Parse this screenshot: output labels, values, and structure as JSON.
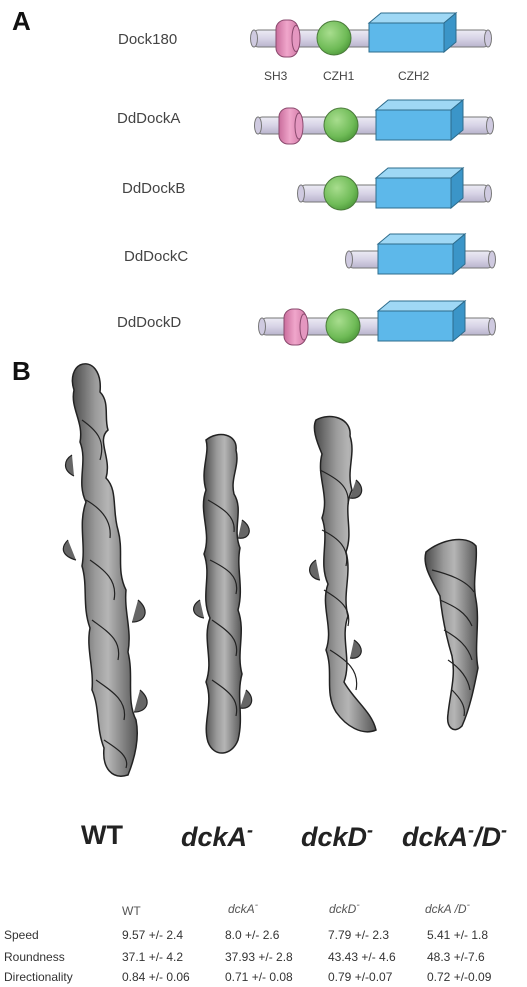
{
  "panel_a": {
    "letter": "A",
    "proteins": [
      {
        "name": "Dock180",
        "domains": [
          "SH3",
          "CZH1",
          "CZH2"
        ]
      },
      {
        "name": "DdDockA",
        "domains": [
          "SH3",
          "CZH1",
          "CZH2"
        ]
      },
      {
        "name": "DdDockB",
        "domains": [
          "CZH1",
          "CZH2"
        ]
      },
      {
        "name": "DdDockC",
        "domains": [
          "CZH2"
        ]
      },
      {
        "name": "DdDockD",
        "domains": [
          "SH3",
          "CZH1",
          "CZH2"
        ]
      }
    ],
    "domain_labels": [
      "SH3",
      "CZH1",
      "CZH2"
    ],
    "colors": {
      "sh3": "#e08ab8",
      "czh1": "#7cc466",
      "czh2": "#5db8ea",
      "rod": "#d9d4ea"
    }
  },
  "panel_b": {
    "letter": "B",
    "strains": [
      {
        "name": "WT",
        "sup": ""
      },
      {
        "name": "dckA",
        "sup": "-"
      },
      {
        "name": "dckD",
        "sup": "-"
      },
      {
        "name": "dckA",
        "sup": "-",
        "suffix": "/D",
        "sup2": "-"
      }
    ],
    "table": {
      "headers": [
        "WT",
        "dckA",
        "dckD",
        "dckA /D"
      ],
      "header_sups": [
        "",
        "-",
        "-",
        "-"
      ],
      "rows": [
        {
          "label": "Speed",
          "values": [
            "9.57 +/- 2.4",
            "8.0 +/- 2.6",
            "7.79 +/- 2.3",
            "5.41 +/- 1.8"
          ]
        },
        {
          "label": "Roundness",
          "values": [
            "37.1 +/- 4.2",
            "37.93 +/- 2.8",
            "43.43 +/- 4.6",
            "48.3 +/-7.6"
          ]
        },
        {
          "label": "Directionality",
          "values": [
            "0.84 +/- 0.06",
            "0.71 +/- 0.08",
            "0.79 +/-0.07",
            "0.72 +/-0.09"
          ]
        }
      ]
    }
  }
}
